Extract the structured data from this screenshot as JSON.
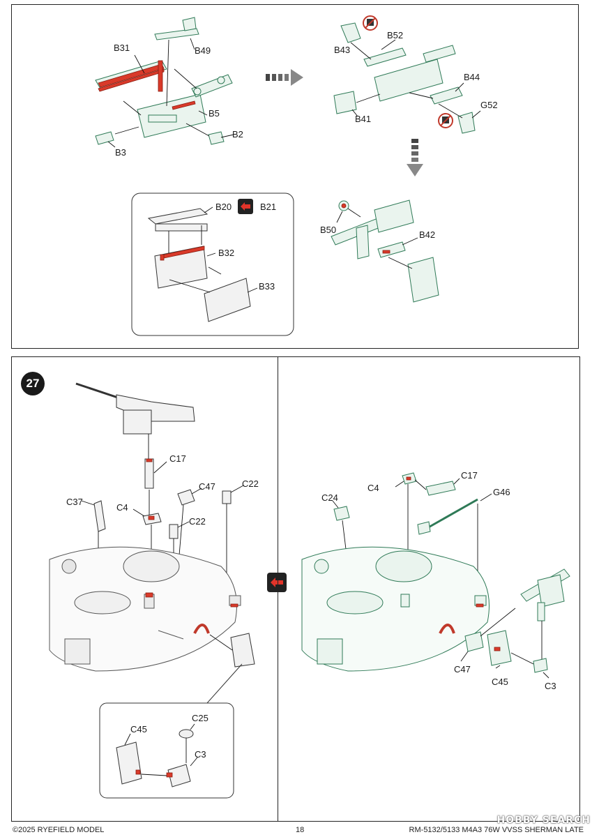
{
  "top_panel": {
    "labels": {
      "b31": "B31",
      "b49": "B49",
      "b5": "B5",
      "b2": "B2",
      "b3": "B3",
      "b43": "B43",
      "b52": "B52",
      "b44": "B44",
      "b41": "B41",
      "g52": "G52",
      "b50": "B50",
      "b42": "B42",
      "b20": "B20",
      "b21": "B21",
      "b32": "B32",
      "b33": "B33"
    }
  },
  "step": {
    "number": "27"
  },
  "left_labels": {
    "c17": "C17",
    "c37": "C37",
    "c4": "C4",
    "c47": "C47",
    "c22a": "C22",
    "c22b": "C22",
    "c45": "C45",
    "c25": "C25",
    "c3": "C3"
  },
  "right_labels": {
    "c4": "C4",
    "c17": "C17",
    "c24": "C24",
    "g46": "G46",
    "c47": "C47",
    "c45": "C45",
    "c3": "C3"
  },
  "footer": {
    "copyright": "©2025 RYEFIELD MODEL",
    "page_number": "18",
    "model_title": "RM-5132/5133 M4A3 76W VVSS SHERMAN LATE"
  },
  "watermark": "HOBBY SEARCH",
  "colors": {
    "part_green": "#2f7a57",
    "highlight_red": "#d93a2a",
    "ink": "#1a1a1a"
  },
  "icons": [
    "arrow-right-icon",
    "arrow-down-icon",
    "no-glue-icon",
    "alternative-swap-icon"
  ]
}
